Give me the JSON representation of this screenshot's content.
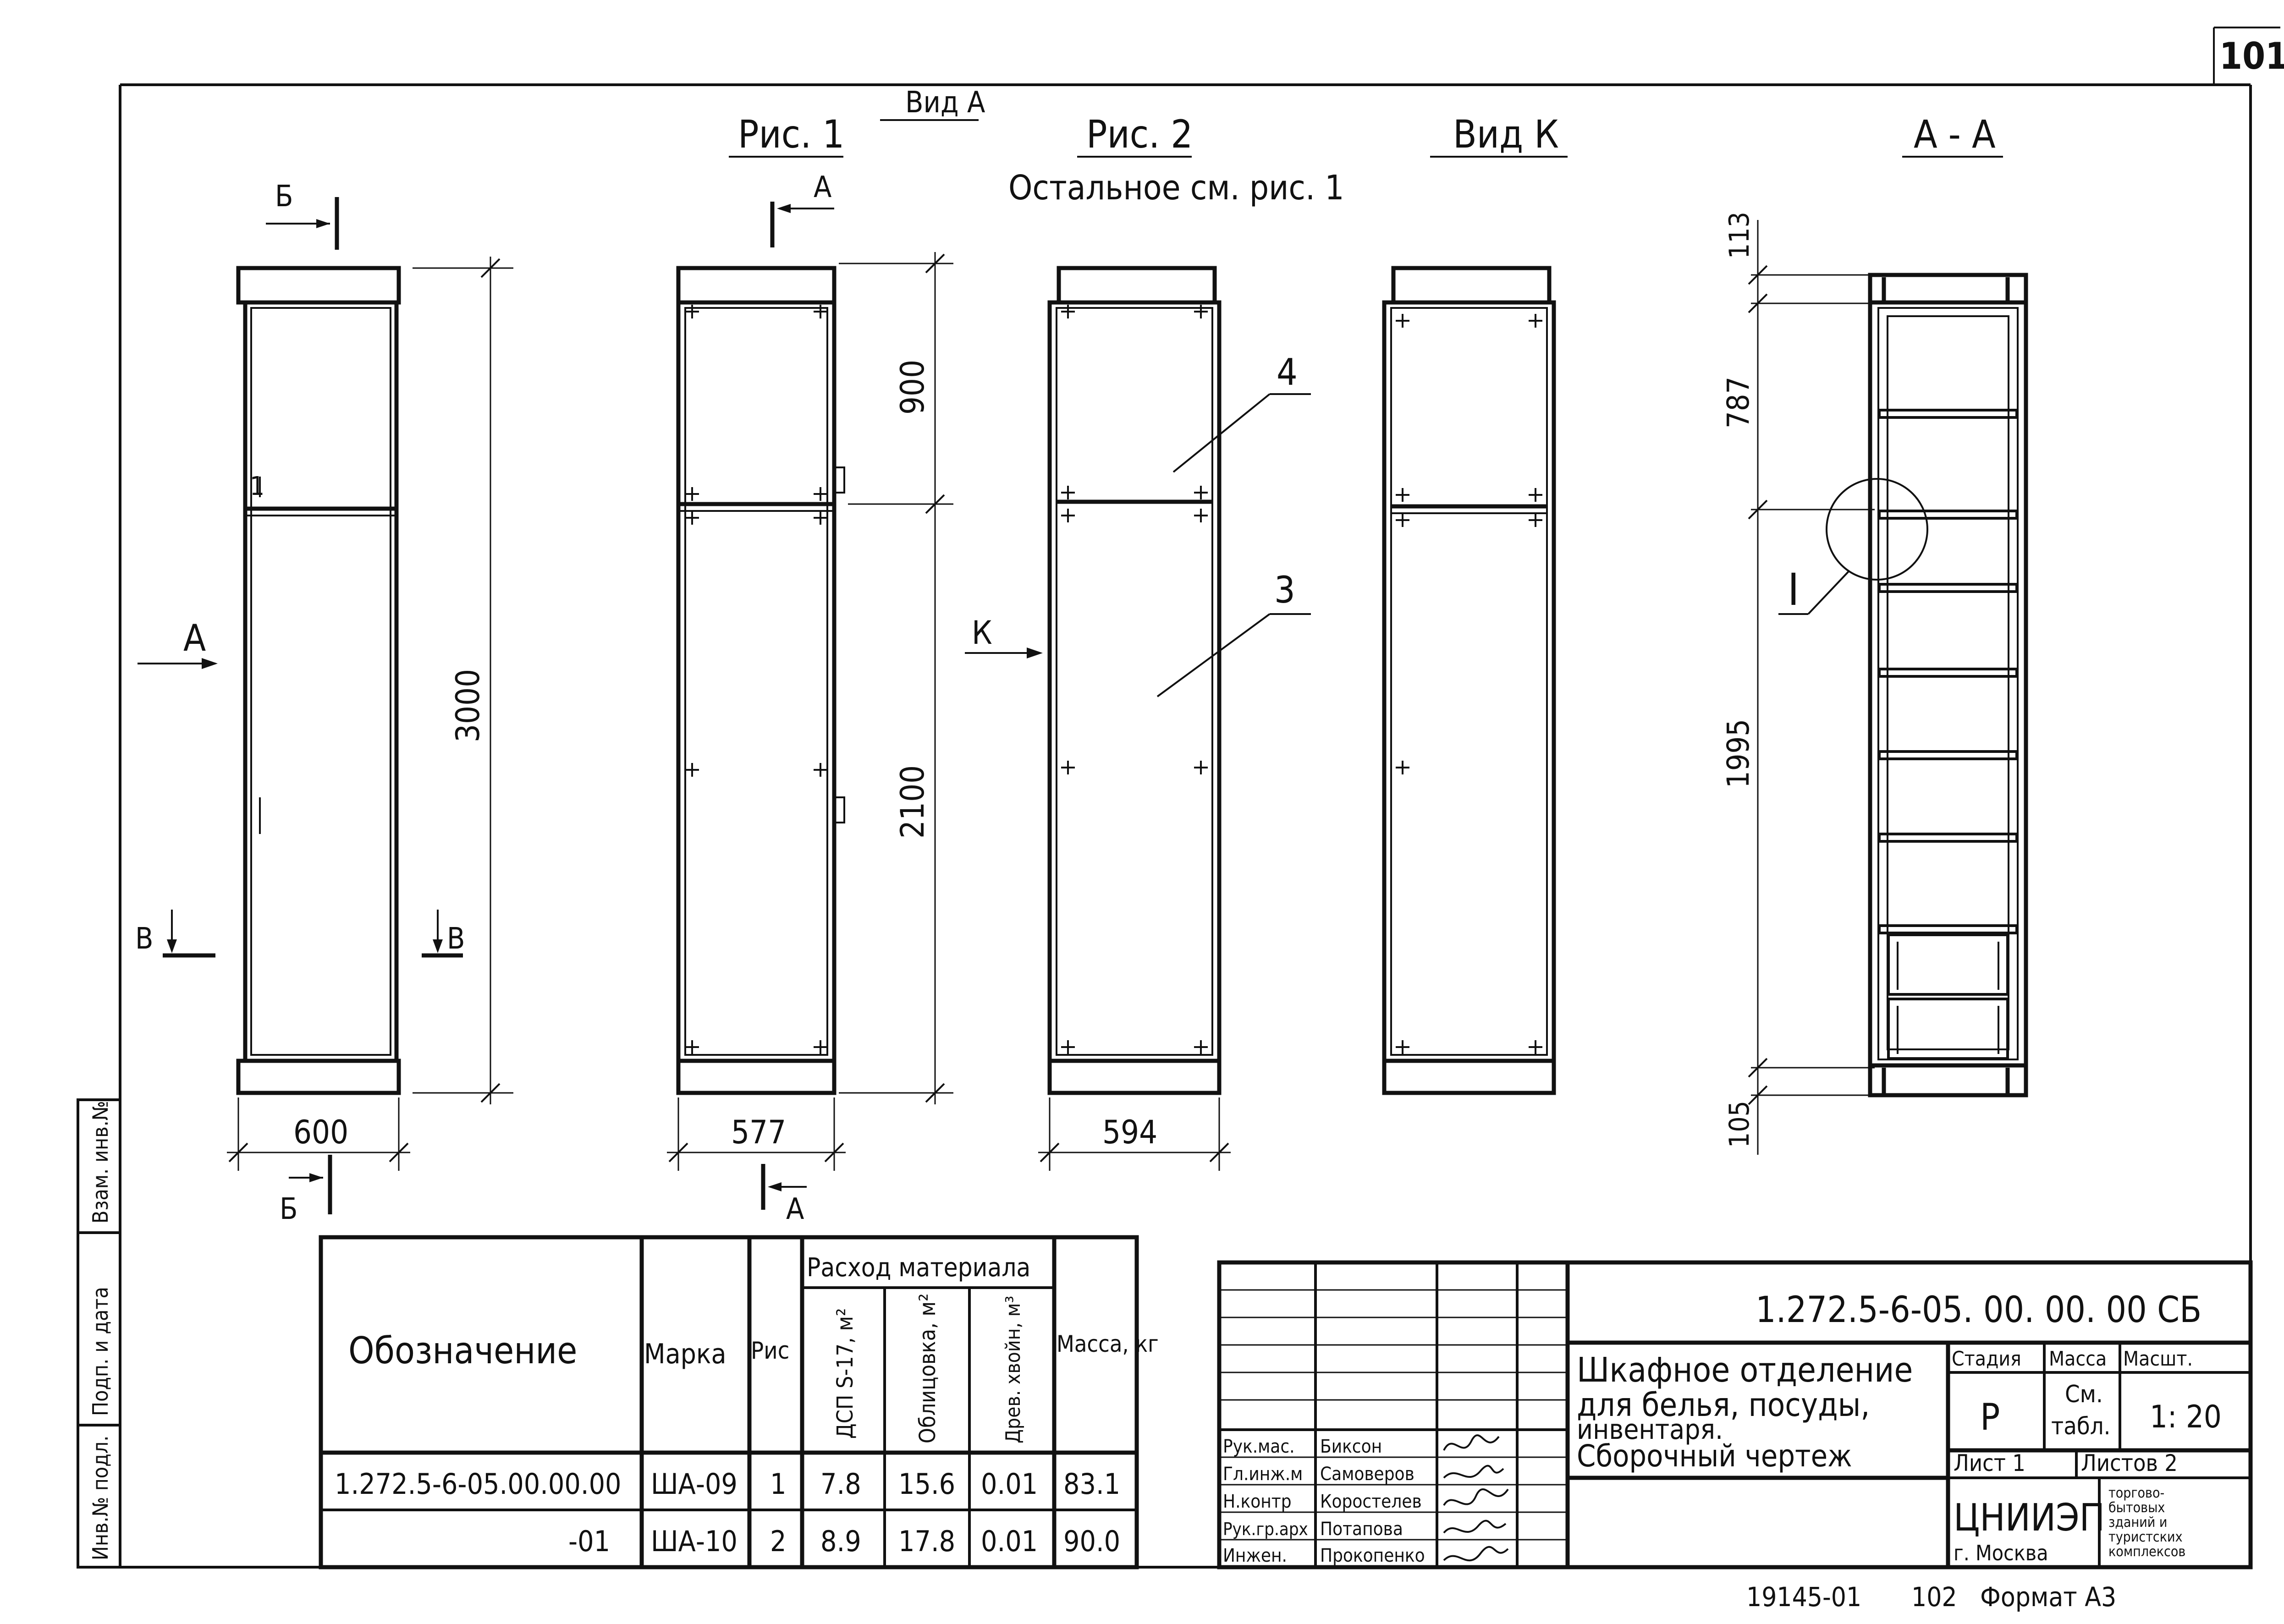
{
  "page_number": "101",
  "view_a_label": "Вид А",
  "fig1_title": "Рис. 1",
  "fig2_title": "Рис. 2",
  "fig2_note": "Остальное см. рис. 1",
  "view_k_title": "Вид К",
  "section_title": "А - А",
  "section_marks": {
    "b": "Б",
    "a": "А",
    "v": "В",
    "k": "К"
  },
  "detail_mark": "I",
  "item_numbers": [
    "4",
    "3"
  ],
  "door_number": "1",
  "dimensions": {
    "fig1_height": "3000",
    "fig1_width": "600",
    "fig2_upper": "900",
    "fig2_lower": "2100",
    "fig2_width": "577",
    "view_k_width": "594",
    "section_top": "113",
    "section_upper": "787",
    "section_lower": "1995",
    "section_bottom": "105"
  },
  "side_stamps": [
    "Инв.№ подл.",
    "Подп. и дата",
    "Взам. инв.№"
  ],
  "spec_table": {
    "headers": {
      "designation": "Обозначение",
      "mark": "Марка",
      "fig": "Рис",
      "materials_group": "Расход материала",
      "dsp": "ДСП S-17, м²",
      "facing": "Облицовка, м²",
      "wood": "Древ. хвойн, м³",
      "mass": "Масса, кг"
    },
    "rows": [
      {
        "designation": "1.272.5-6-05.00.00.00",
        "mark": "ША-09",
        "fig": "1",
        "dsp": "7.8",
        "facing": "15.6",
        "wood": "0.01",
        "mass": "83.1"
      },
      {
        "designation": "-01",
        "mark": "ША-10",
        "fig": "2",
        "dsp": "8.9",
        "facing": "17.8",
        "wood": "0.01",
        "mass": "90.0"
      }
    ]
  },
  "title_block": {
    "code": "1.272.5-6-05. 00. 00. 00 СБ",
    "title_lines": [
      "Шкафное отделение",
      "для белья, посуды,",
      "инвентаря.",
      "Сборочный чертеж"
    ],
    "stage_label": "Стадия",
    "mass_label": "Масса",
    "scale_label": "Масшт.",
    "stage_value": "Р",
    "mass_value_1": "См.",
    "mass_value_2": "табл.",
    "scale_value": "1: 20",
    "sheet_label": "Лист 1",
    "sheets_label": "Листов 2",
    "org": "ЦНИИЭП",
    "org_city": "г. Москва",
    "org_desc": [
      "торгово-",
      "бытовых",
      "зданий и",
      "туристских",
      "комплексов"
    ],
    "signers": [
      {
        "role": "Рук.мас.",
        "name": "Биксон"
      },
      {
        "role": "Гл.инж.м",
        "name": "Самоверов"
      },
      {
        "role": "Н.контр",
        "name": "Коростелев"
      },
      {
        "role": "Рук.гр.арх",
        "name": "Потапова"
      },
      {
        "role": "Инжен.",
        "name": "Прокопенко"
      }
    ]
  },
  "footer": {
    "archive": "19145-01",
    "page": "102",
    "format": "Формат А3"
  }
}
